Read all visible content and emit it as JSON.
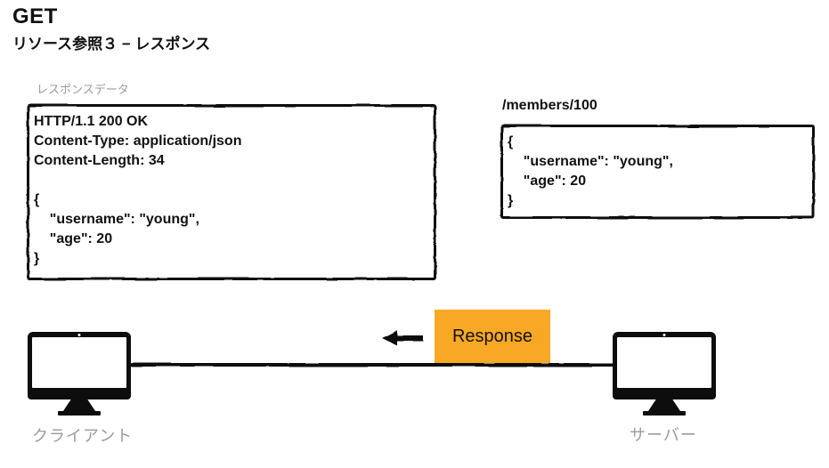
{
  "page": {
    "title": "GET",
    "subtitle": "リソース参照３ − レスポンス"
  },
  "response_data_box": {
    "label": "レスポンスデータ",
    "content": "HTTP/1.1 200 OK\nContent-Type: application/json\nContent-Length: 34\n\n{\n    \"username\": \"young\",\n    \"age\": 20\n}"
  },
  "resource_box": {
    "label": "/members/100",
    "content": "{\n    \"username\": \"young\",\n    \"age\": 20\n}"
  },
  "flow": {
    "response_label": "Response",
    "client_label": "クライアント",
    "server_label": "サーバー",
    "arrow_direction": "left"
  },
  "colors": {
    "response_fill": "#F9A825",
    "muted_label": "#9B9B9B",
    "ink": "#111111"
  }
}
